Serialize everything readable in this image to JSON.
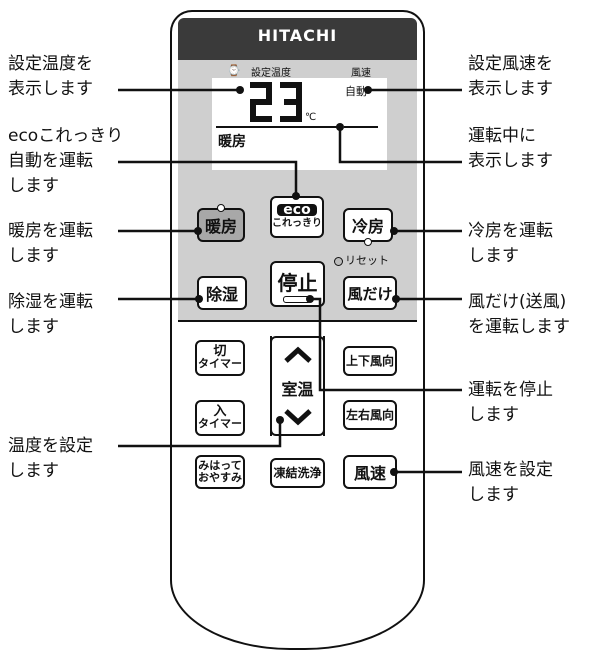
{
  "remote": {
    "brand": "HITACHI",
    "display": {
      "timer_icon": "⌚",
      "set_temp_label": "設定温度",
      "fan_speed_label": "風速",
      "temperature": "23",
      "temp_unit": "℃",
      "fan_value": "自動",
      "mode": "暖房"
    },
    "buttons": {
      "heat": "暖房",
      "eco_top": "eco",
      "eco_bottom": "これっきり",
      "cool": "冷房",
      "reset_label": "リセット",
      "dehumid": "除湿",
      "stop": "停止",
      "fan_only": "風だけ",
      "off_timer_1": "切",
      "off_timer_2": "タイマー",
      "on_timer_1": "入",
      "on_timer_2": "タイマー",
      "room_temp": "室温",
      "up_down": "上下風向",
      "left_right": "左右風向",
      "goodnight_1": "みはって",
      "goodnight_2": "おやすみ",
      "freeze_wash": "凍結洗浄",
      "fan_speed": "風速"
    }
  },
  "callouts": {
    "set_temp": "設定温度を\n表示します",
    "eco": "ecoこれっきり\n自動を運転\nします",
    "heat": "暖房を運転\nします",
    "dehumid": "除湿を運転\nします",
    "temp_set": "温度を設定\nします",
    "fan_display": "設定風速を\n表示します",
    "running": "運転中に\n表示します",
    "cool": "冷房を運転\nします",
    "fan_only": "風だけ(送風)\nを運転します",
    "stop": "運転を停止\nします",
    "fan_speed": "風速を設定\nします"
  }
}
